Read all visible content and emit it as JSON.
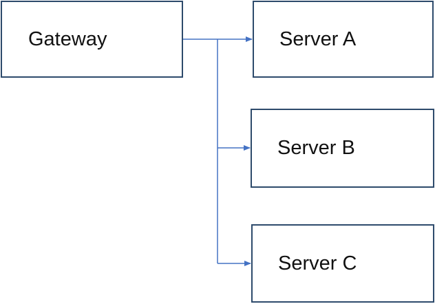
{
  "diagram": {
    "nodes": {
      "gateway": {
        "label": "Gateway"
      },
      "server_a": {
        "label": "Server A"
      },
      "server_b": {
        "label": "Server B"
      },
      "server_c": {
        "label": "Server C"
      }
    },
    "edges": [
      {
        "from": "Gateway",
        "to": "Server A"
      },
      {
        "from": "Gateway",
        "to": "Server B"
      },
      {
        "from": "Gateway",
        "to": "Server C"
      }
    ],
    "colors": {
      "box_border": "#2d4a6b",
      "connector": "#4472c4",
      "text": "#111111"
    }
  }
}
